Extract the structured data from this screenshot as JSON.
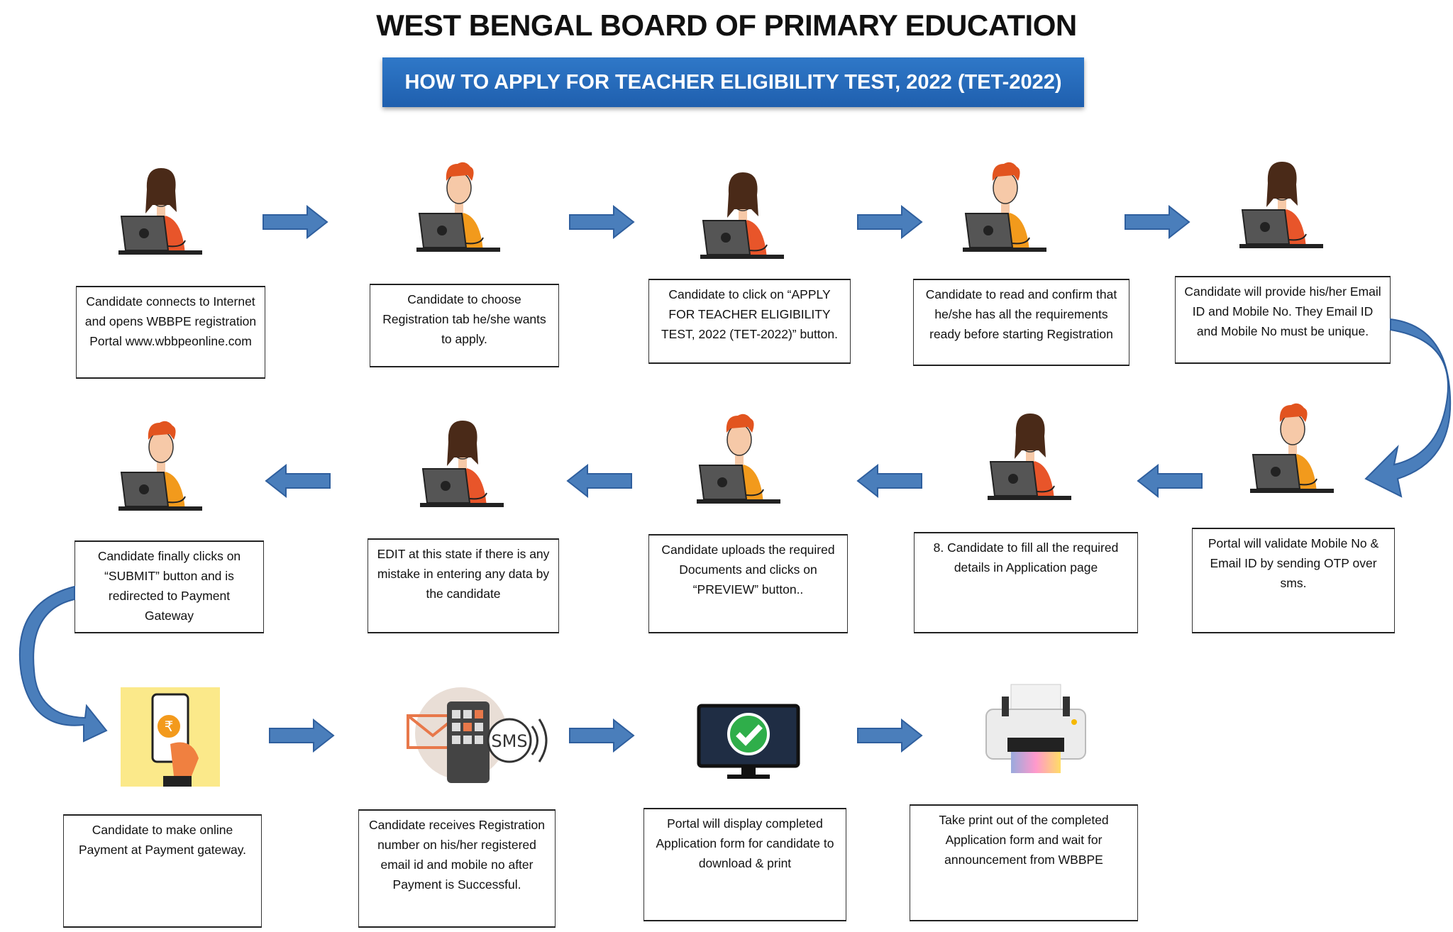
{
  "header": {
    "title": "WEST BENGAL BOARD OF PRIMARY EDUCATION",
    "banner": "HOW TO APPLY FOR TEACHER ELIGIBILITY TEST, 2022 (TET-2022)"
  },
  "colors": {
    "banner": "#2a6cbd",
    "arrow": "#4a7ebb"
  },
  "steps": [
    {
      "text": "Candidate connects to Internet and opens WBBPE registration Portal www.wbbpeonline.com",
      "icon": "woman-laptop-icon"
    },
    {
      "text": "Candidate to choose Registration tab he/she wants to apply.",
      "icon": "man-laptop-icon"
    },
    {
      "text": "Candidate to click on “APPLY FOR TEACHER ELIGIBILITY TEST, 2022 (TET-2022)” button.",
      "icon": "woman-laptop-icon"
    },
    {
      "text": "Candidate to read and confirm that he/she has all the requirements ready before starting Registration",
      "icon": "man-laptop-icon"
    },
    {
      "text": "Candidate will provide his/her Email ID  and Mobile No. They Email ID  and Mobile No must be unique.",
      "icon": "woman-laptop-icon"
    },
    {
      "text": "Portal will validate Mobile No & Email ID by sending OTP over sms.",
      "icon": "man-laptop-icon"
    },
    {
      "text": "8. Candidate to fill all the required details in Application page",
      "icon": "woman-laptop-icon"
    },
    {
      "text": "Candidate uploads the required Documents and clicks on “PREVIEW” button..",
      "icon": "man-laptop-icon"
    },
    {
      "text": "EDIT at this state if there is any mistake in entering any data by the candidate",
      "icon": "woman-laptop-icon"
    },
    {
      "text": "Candidate finally clicks on “SUBMIT” button and is redirected to Payment Gateway",
      "icon": "man-laptop-icon"
    },
    {
      "text": "Candidate to make online Payment at Payment gateway.",
      "icon": "mobile-payment-icon"
    },
    {
      "text": "Candidate receives Registration number on his/her registered email id and mobile no after Payment is Successful.",
      "icon": "sms-email-icon",
      "icon_label": "SMS"
    },
    {
      "text": "Portal will display completed Application form for candidate to download & print",
      "icon": "monitor-check-icon"
    },
    {
      "text": "Take print out of the completed Application form and wait for announcement from WBBPE",
      "icon": "printer-icon"
    }
  ]
}
